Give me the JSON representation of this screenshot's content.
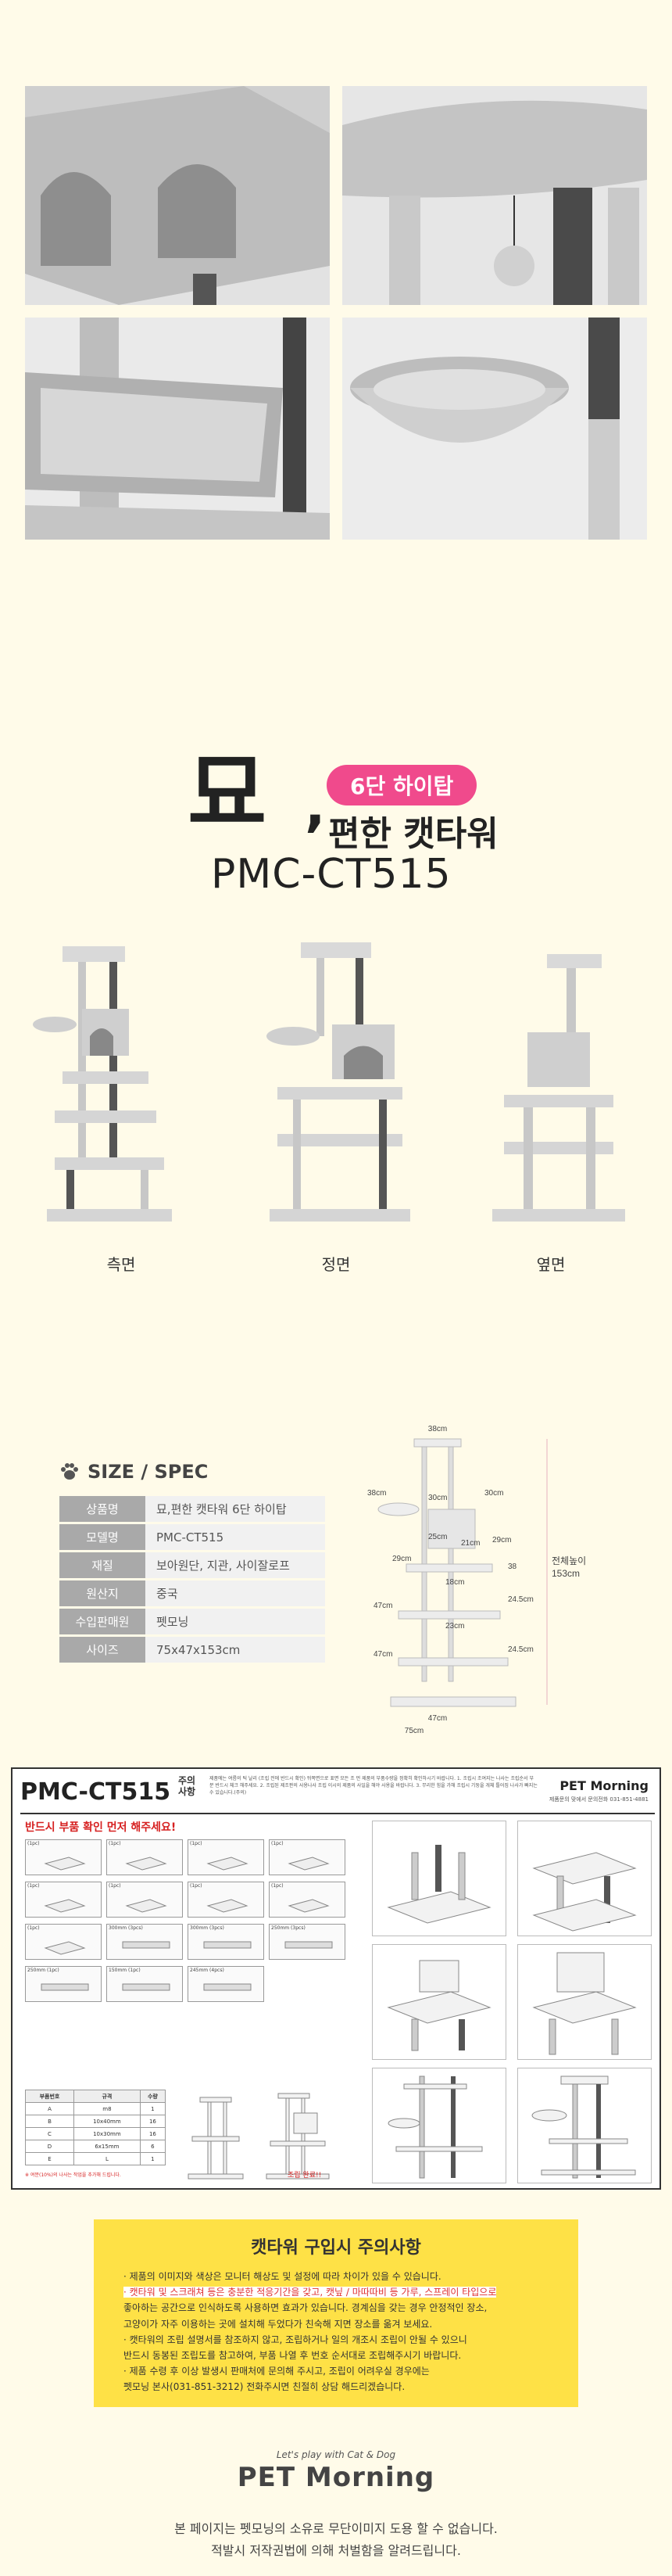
{
  "product": {
    "big_char": "묘",
    "comma": ",",
    "badge": "6단 하이탑",
    "subtitle": "편한 캣타워",
    "model": "PMC-CT515"
  },
  "views": [
    {
      "label": "측면"
    },
    {
      "label": "정면"
    },
    {
      "label": "옆면"
    }
  ],
  "spec": {
    "heading": "SIZE / SPEC",
    "rows": [
      {
        "key": "상품명",
        "value": "묘,편한 캣타워 6단 하이탑"
      },
      {
        "key": "모델명",
        "value": "PMC-CT515"
      },
      {
        "key": "재질",
        "value": "보아원단, 지관, 사이잘로프"
      },
      {
        "key": "원산지",
        "value": "중국"
      },
      {
        "key": "수입판매원",
        "value": "펫모닝"
      },
      {
        "key": "사이즈",
        "value": "75x47x153cm"
      }
    ]
  },
  "dimensions": {
    "top_width": "38cm",
    "left_38": "38cm",
    "mid_30a": "30cm",
    "mid_30b": "30cm",
    "h_25": "25cm",
    "h_21": "21cm",
    "h_29": "29cm",
    "w_29": "29cm",
    "v_38": "38",
    "w_18": "18cm",
    "w_47a": "47cm",
    "h_24a": "24.5cm",
    "w_23": "23cm",
    "w_47b": "47cm",
    "h_24b": "24.5cm",
    "w_47c": "47cm",
    "w_75": "75cm",
    "total_label": "전체높이",
    "total_value": "153cm"
  },
  "manual": {
    "code": "PMC-CT515",
    "warn_label": "주의 사항",
    "note": "제품에는 여름의 틱 날리 (조립 전에 반드시 확인) 뒤쪽면으로 표면 모든 조 먼 제품의 부품수량을 정확히 확인하시기 바랍니다. 1. 조립시 조여지는 나사는 조립순서 부분 반드시 체크 해주세요. 2. 조립된 제조판의 사용나사 조립 이시의 제품의 사일을 해야 사용을 바랍니다. 3. 무리한 힘을 가해 조립시 기둥을 개체 틀어짐 나사가 빠지는 수 있습니다.(주의)",
    "logo": "PET Morning",
    "contact": "제품문의 맞에서 문의전화 031-851-4881",
    "check": "반드시 부품 확인 먼저 해주세요!",
    "parts": [
      {
        "t": "(1pc)"
      },
      {
        "t": "(1pc)"
      },
      {
        "t": "(1pc)"
      },
      {
        "t": "(1pc)"
      },
      {
        "t": "(1pc)"
      },
      {
        "t": "(1pc)"
      },
      {
        "t": "(1pc)"
      },
      {
        "t": "(1pc)"
      },
      {
        "t": "(1pc)"
      },
      {
        "t": "300mm (3pcs)"
      },
      {
        "t": "300mm (3pcs)"
      },
      {
        "t": "250mm (3pcs)"
      },
      {
        "t": "250mm (1pc)"
      },
      {
        "t": "150mm (1pc)"
      },
      {
        "t": "245mm (4pcs)"
      }
    ],
    "table_headers": [
      "부품번호",
      "규격",
      "수량"
    ],
    "table_rows": [
      [
        "A",
        "m8",
        "1"
      ],
      [
        "B",
        "10x40mm",
        "16"
      ],
      [
        "C",
        "10x30mm",
        "16"
      ],
      [
        "D",
        "6x15mm",
        "6"
      ],
      [
        "E",
        "L",
        "1"
      ]
    ],
    "parts_footer": "※ 여분(10%)의 나사는 작업을 추가해 드립니다.",
    "done_label": "조립 완료!!"
  },
  "caution": {
    "title": "캣타워 구입시 주의사항",
    "lines": [
      "· 제품의 이미지와 색상은 모니터 해상도 및 설정에 따라 차이가 있을 수 있습니다.",
      "· 캣타워 및 스크래쳐 등은 충분한 적응기간을 갖고, 캣닢 / 마따따비 등 가루, 스프레이 타입으로",
      "  좋아하는 공간으로 인식하도록 사용하면 효과가 있습니다. 경계심을 갖는 경우 안정적인 장소,",
      "  고양이가 자주 이용하는 곳에 설치해 두었다가 친숙해 지면 장소를 옮겨 보세요.",
      "· 캣타워의 조립 설명서를 참조하지 않고, 조립하거나 일의 개조시 조립이 안될 수 있으니",
      "  반드시 동봉된 조립도를 참고하여, 부품 나열 후 번호 순서대로 조립해주시기 바랍니다.",
      "· 제품 수령 후 이상 발생시 판매처에 문의해 주시고, 조립이 어려우실 경우에는",
      "  펫모닝 본사(031-851-3212) 전화주시면 친절히 상담 해드리겠습니다."
    ]
  },
  "footer": {
    "tagline": "Let's play with Cat & Dog",
    "logo": "PET Morning",
    "line1": "본 페이지는 펫모닝의 소유로 무단이미지 도용 할 수 없습니다.",
    "line2": "적발시 저작권법에 의해 처벌함을 알려드립니다."
  }
}
